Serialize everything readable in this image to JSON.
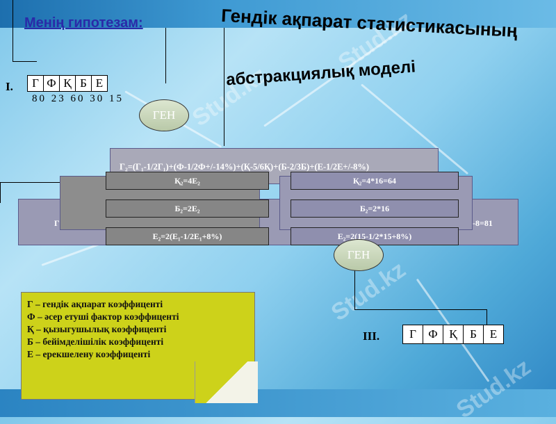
{
  "hypothesis": "Менің гипотезам:",
  "title": {
    "line1": "Гендік ақпарат статистикасының",
    "line2": "абстракциялық моделі"
  },
  "watermark": "Stud.kz",
  "stage1": {
    "roman": "I.",
    "letters": [
      "Г",
      "Ф",
      "Қ",
      "Б",
      "Е"
    ],
    "values": "80 23 60 30 15"
  },
  "gen1": "ГЕН",
  "gen2": "ГЕН",
  "formula_main": "Г₂=(Г₁-1/2Г₁)+(Ф-1/2Ф+/-14%)+(Қ-5/6Қ)+(Б-2/3Б)+(Е-1/2Е+/-8%)",
  "formula_big_left": "Г",
  "formula_big_right": "-8=81",
  "boxes": {
    "left": [
      "Қ₂=4Е₂",
      "Б₂=2Е₂",
      "Е₂=2(Е₁-1/2Е₁+8%)"
    ],
    "right": [
      "Қ₂=4*16=64",
      "Б₂=2*16",
      "Е₂=2(15-1/2*15+8%)"
    ]
  },
  "stage3": {
    "roman": "III.",
    "letters": [
      "Г",
      "Ф",
      "Қ",
      "Б",
      "Е"
    ]
  },
  "legend": [
    "Г – гендік ақпарат коэффиценті",
    "Ф – әсер етуші фактор коэффиценті",
    "Қ – қызыгушылық коэффиценті",
    "Б – бейімделішілік коэффиценті",
    "Е – ерекшелену коэффиценті"
  ]
}
